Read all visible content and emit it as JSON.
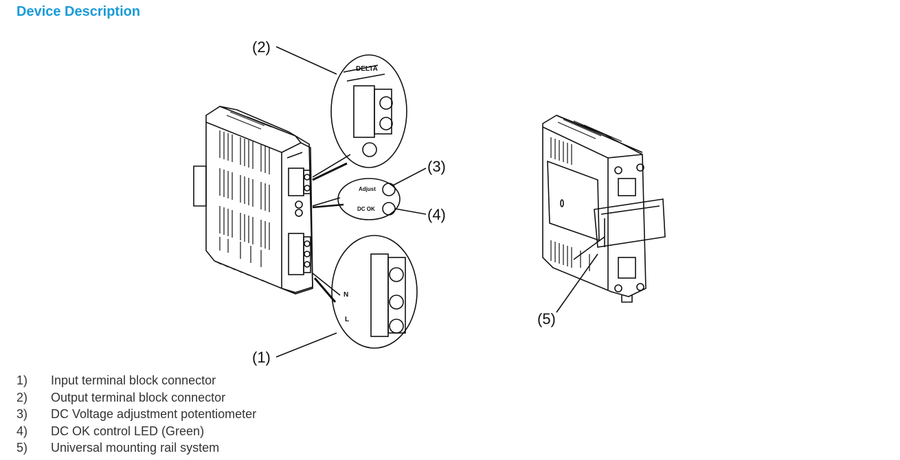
{
  "heading": "Device Description",
  "callouts": [
    "(1)",
    "(2)",
    "(3)",
    "(4)",
    "(5)"
  ],
  "legend": [
    {
      "num": "1)",
      "text": "Input terminal block connector"
    },
    {
      "num": "2)",
      "text": "Output terminal block connector"
    },
    {
      "num": "3)",
      "text": "DC Voltage adjustment potentiometer"
    },
    {
      "num": "4)",
      "text": "DC OK control LED (Green)"
    },
    {
      "num": "5)",
      "text": "Universal mounting rail system"
    }
  ],
  "labels": {
    "adjust": "Adjust",
    "dc_ok": "DC OK",
    "brand": "DELTA",
    "n": "N",
    "l": "L"
  }
}
